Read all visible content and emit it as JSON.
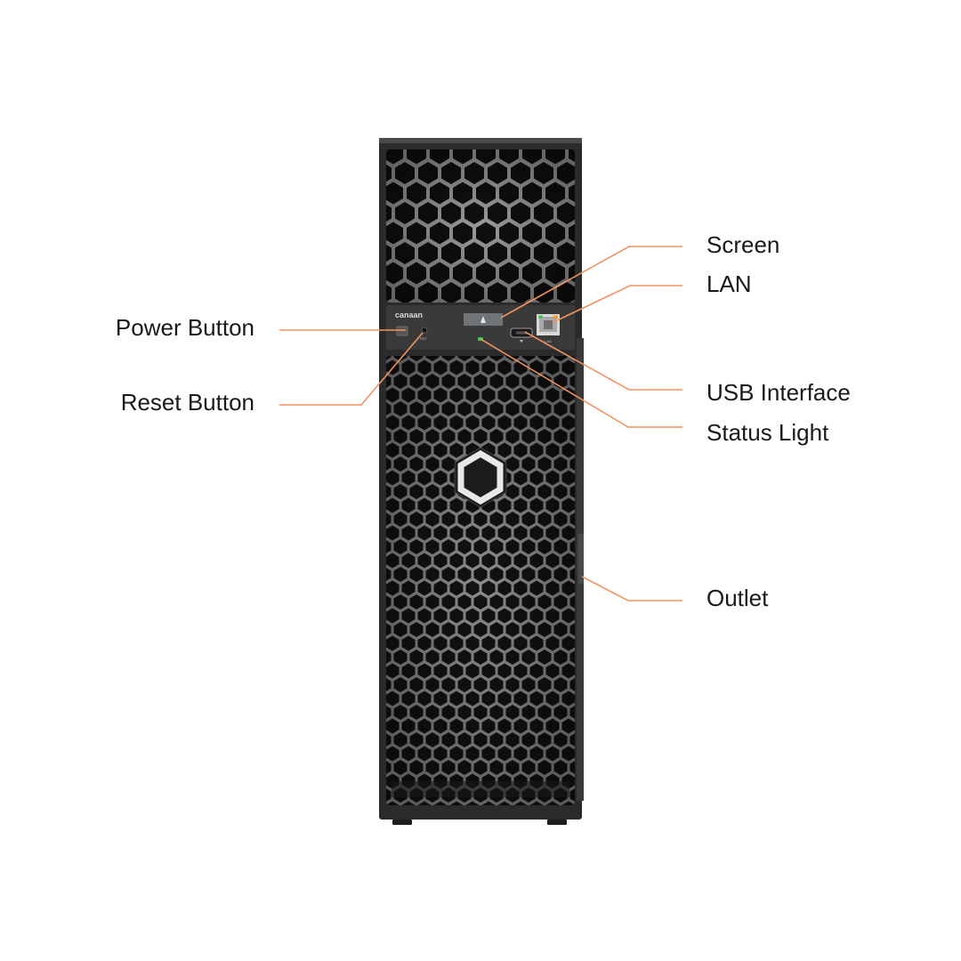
{
  "device": {
    "brand": "canaan",
    "reset_marking": "RST",
    "lan_marking": "LAN",
    "accent_color": "#f0945e",
    "body_color": "#2b2b2b",
    "status_light_color": "#35d04a"
  },
  "callouts": {
    "screen": "Screen",
    "lan": "LAN",
    "power_button": "Power Button",
    "reset_button": "Reset Button",
    "usb_interface": "USB Interface",
    "status_light": "Status Light",
    "outlet": "Outlet"
  }
}
